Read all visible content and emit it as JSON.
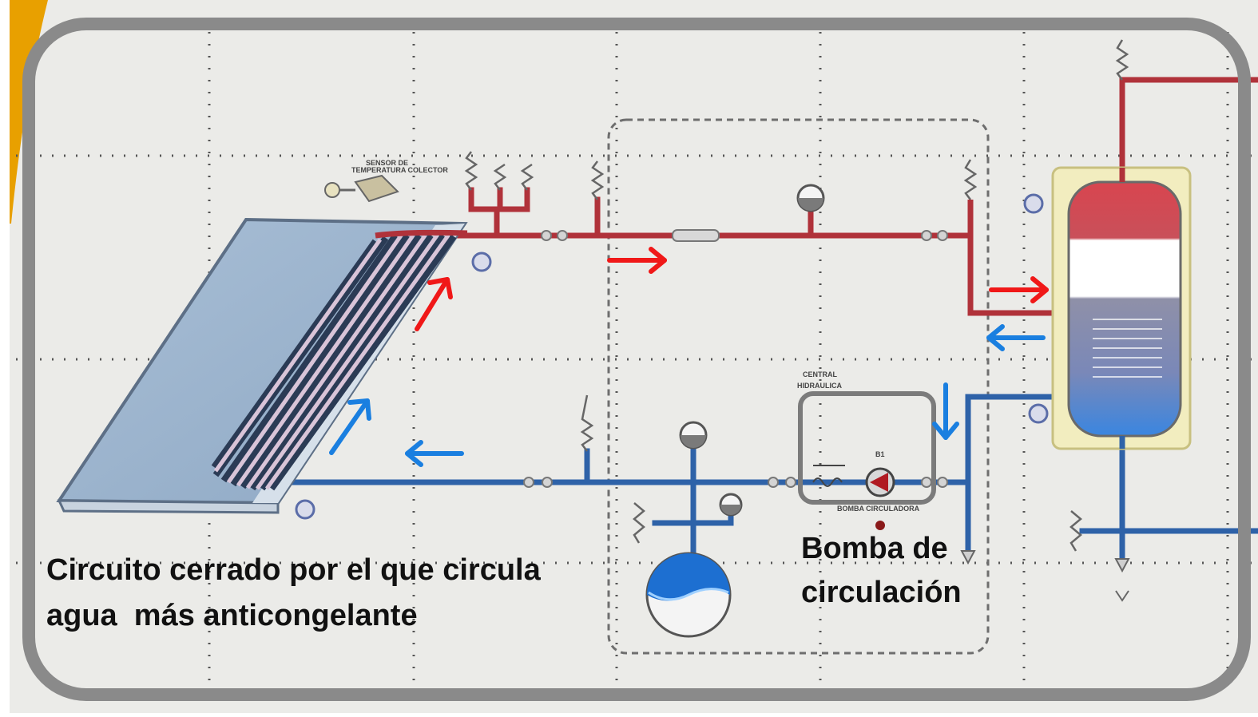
{
  "caption_main": {
    "line1": "Circuito cerrado por el que circula",
    "line2": "agua  más anticongelante"
  },
  "caption_pump": {
    "line1": "Bomba de",
    "line2": "circulación"
  },
  "colors": {
    "hot_pipe": "#b0323a",
    "cold_pipe": "#2e62a8",
    "hot_arrow": "#f01818",
    "cold_arrow": "#1a7fe0",
    "frame": "#8a8a8a",
    "background": "#ebebe8",
    "tank_hot": "#d8454f",
    "tank_cold": "#3a86e0",
    "accent_edge": "#e8a000"
  },
  "icons": [
    "solar-collector",
    "storage-tank",
    "expansion-vessel",
    "circulation-pump",
    "pressure-gauge",
    "flow-arrow"
  ]
}
